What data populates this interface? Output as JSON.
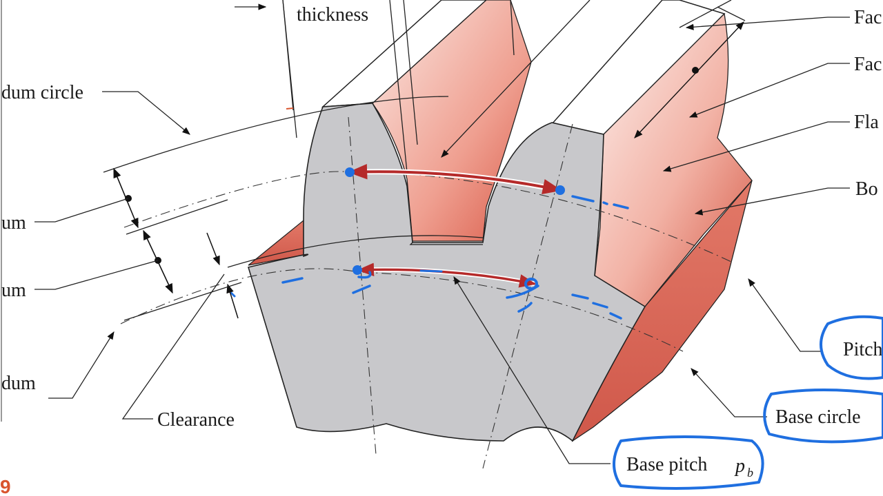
{
  "labels": {
    "tooth_thickness": "thickness",
    "addendum_circle": "dum circle",
    "addendum": "um",
    "dedendum": "um",
    "dedendum_circle": "dum",
    "clearance": "Clearance",
    "face_width": "Fac",
    "face": "Fac",
    "flank": "Fla",
    "bottom_land": "Bo",
    "pitch_circle": "Pitch",
    "base_circle": "Base circle",
    "base_pitch": "Base pitch",
    "base_pitch_symbol": "p",
    "base_pitch_subscript": "b",
    "page_fragment": "9"
  },
  "colors": {
    "tooth_gray": "#c8c8cb",
    "face_red": "#e06a5a",
    "face_red_light": "#f6d7d0",
    "arrow_red": "#b52a2a",
    "ink_blue": "#1f6fe0",
    "page_number_orange": "#d9552e"
  }
}
